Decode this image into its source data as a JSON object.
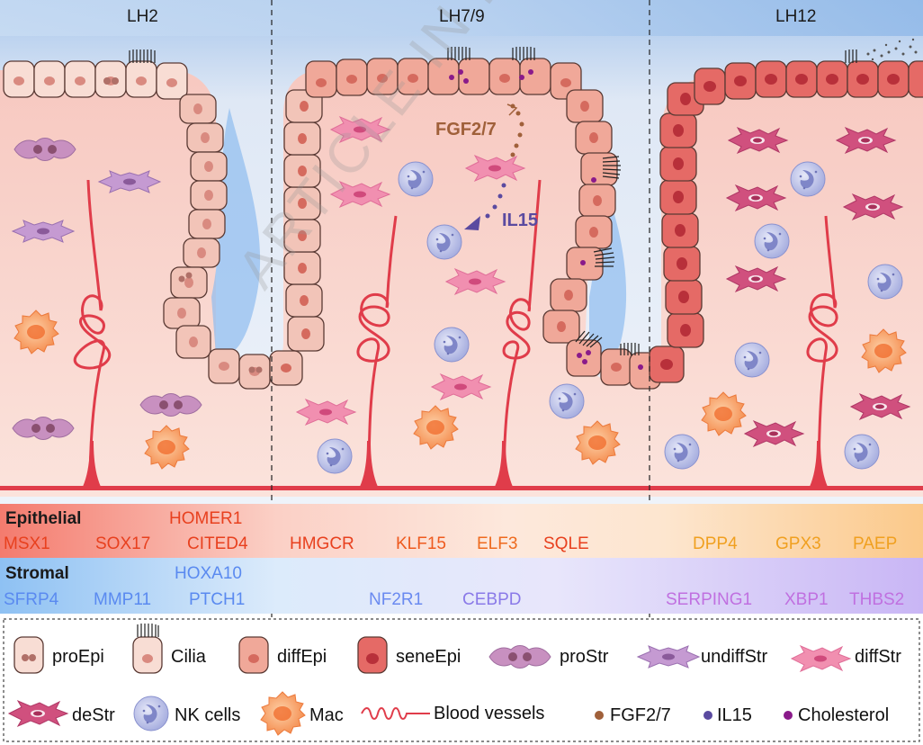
{
  "phases": [
    "LH2",
    "LH7/9",
    "LH12"
  ],
  "annotations": {
    "fgf": "FGF2/7",
    "il15": "IL15"
  },
  "watermark": "ARTICLE IN PRESS",
  "epithelial": {
    "title": "Epithelial",
    "genes": [
      "HOMER1",
      "MSX1",
      "SOX17",
      "CITED4",
      "HMGCR",
      "KLF15",
      "ELF3",
      "SQLE",
      "DPP4",
      "GPX3",
      "PAEP"
    ]
  },
  "stromal": {
    "title": "Stromal",
    "genes": [
      "HOXA10",
      "SFRP4",
      "MMP11",
      "PTCH1",
      "NF2R1",
      "CEBPD",
      "SERPING1",
      "XBP1",
      "THBS2"
    ]
  },
  "legend": {
    "items": [
      "proEpi",
      "Cilia",
      "diffEpi",
      "seneEpi",
      "proStr",
      "undiffStr",
      "diffStr",
      "deStr",
      "NK cells",
      "Mac",
      "Blood vessels",
      "FGF2/7",
      "IL15",
      "Cholesterol"
    ]
  },
  "colors": {
    "fgf": "#a0603a",
    "il15": "#5a4aa0",
    "cholesterol": "#8a1a8a",
    "epi_gene_red": "#e8401e",
    "epi_gene_orange": "#f0a020",
    "str_gene_blue": "#5a8af0",
    "str_gene_purple": "#c070e0"
  }
}
